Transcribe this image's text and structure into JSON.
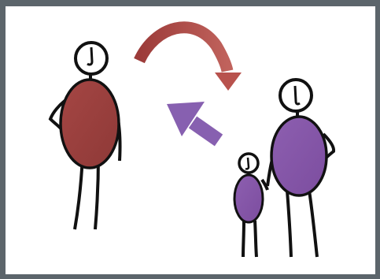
{
  "colors": {
    "frame": "#5c656b",
    "background": "#ffffff",
    "parent_left_body": "#9b3f3e",
    "parent_right_body": "#8757a8",
    "child_body": "#7e58a6",
    "curved_arrow": "#a9443f",
    "straight_arrow": "#8760b0",
    "outline": "#111111"
  },
  "figures": [
    {
      "name": "adult-left",
      "role": "single adult",
      "color": "red"
    },
    {
      "name": "adult-right",
      "role": "adult holding child's hand",
      "color": "purple"
    },
    {
      "name": "child",
      "role": "small child",
      "color": "purple"
    }
  ],
  "arrows": [
    {
      "name": "curved-arrow",
      "direction": "left-to-right",
      "shape": "arc"
    },
    {
      "name": "straight-arrow",
      "direction": "right-to-left",
      "shape": "straight"
    }
  ]
}
